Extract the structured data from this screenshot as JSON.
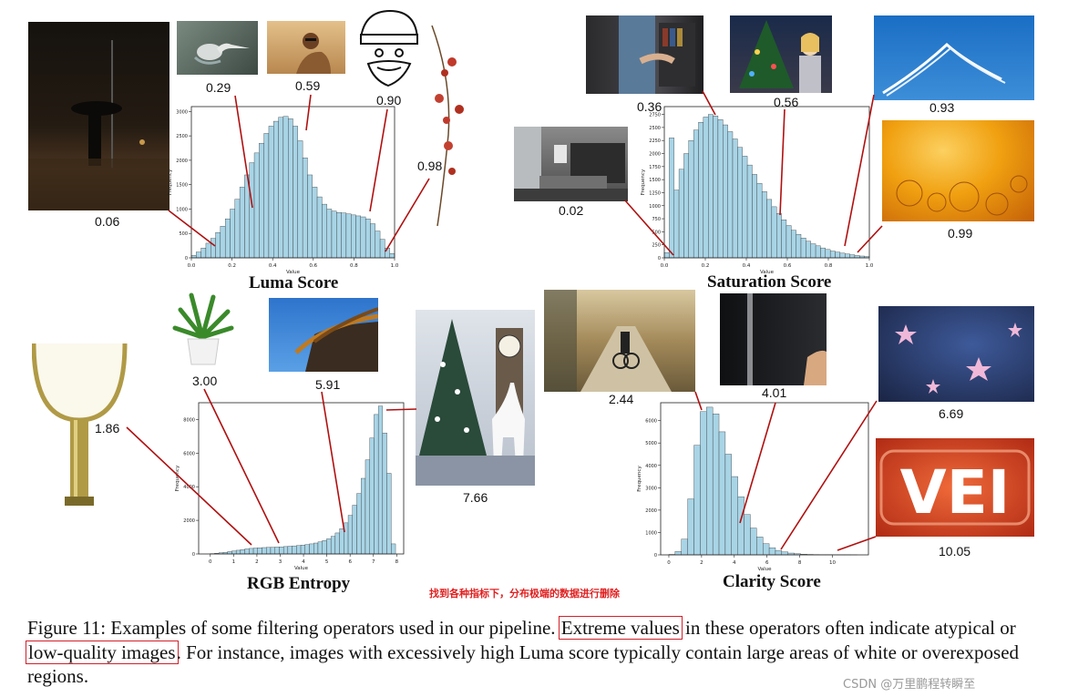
{
  "panels": [
    {
      "title": "Luma Score",
      "xlabel": "Value",
      "ylabel": "Frequency"
    },
    {
      "title": "Saturation Score",
      "xlabel": "Value",
      "ylabel": "Frequency"
    },
    {
      "title": "RGB Entropy",
      "xlabel": "Value",
      "ylabel": "Frequency"
    },
    {
      "title": "Clarity Score",
      "xlabel": "Value",
      "ylabel": "Frequency"
    }
  ],
  "chart_data": [
    {
      "type": "bar",
      "title": "Luma Score",
      "xlabel": "Value",
      "ylabel": "Frequency",
      "xlim": [
        0,
        1
      ],
      "ylim": [
        0,
        3100
      ],
      "x_ticks": [
        0.0,
        0.2,
        0.4,
        0.6,
        0.8,
        1.0
      ],
      "y_ticks": [
        0,
        500,
        1000,
        1500,
        2000,
        2500,
        3000
      ],
      "values": [
        50,
        120,
        200,
        300,
        400,
        520,
        650,
        800,
        1000,
        1200,
        1450,
        1700,
        1950,
        2150,
        2350,
        2550,
        2700,
        2800,
        2880,
        2900,
        2850,
        2700,
        2400,
        2050,
        1700,
        1450,
        1250,
        1100,
        1000,
        960,
        930,
        920,
        900,
        880,
        860,
        840,
        800,
        700,
        550,
        380,
        200,
        90
      ],
      "annotations": [
        "0.06",
        "0.29",
        "0.59",
        "0.90",
        "0.98"
      ]
    },
    {
      "type": "bar",
      "title": "Saturation Score",
      "xlabel": "Value",
      "ylabel": "Frequency",
      "xlim": [
        0,
        1
      ],
      "ylim": [
        0,
        2900
      ],
      "x_ticks": [
        0.0,
        0.2,
        0.4,
        0.6,
        0.8,
        1.0
      ],
      "y_ticks": [
        0,
        250,
        500,
        750,
        1000,
        1250,
        1500,
        1750,
        2000,
        2250,
        2500,
        2750
      ],
      "values": [
        100,
        2300,
        1300,
        1700,
        2000,
        2250,
        2450,
        2600,
        2700,
        2750,
        2720,
        2650,
        2550,
        2420,
        2280,
        2120,
        1950,
        1780,
        1600,
        1430,
        1270,
        1120,
        980,
        850,
        730,
        620,
        530,
        450,
        380,
        320,
        270,
        230,
        190,
        160,
        130,
        110,
        90,
        75,
        60,
        45,
        35,
        25
      ],
      "annotations": [
        "0.02",
        "0.36",
        "0.56",
        "0.93",
        "0.99"
      ]
    },
    {
      "type": "bar",
      "title": "RGB Entropy",
      "xlabel": "Value",
      "ylabel": "Frequency",
      "xlim": [
        -0.5,
        8.3
      ],
      "ylim": [
        0,
        9000
      ],
      "x_ticks": [
        0,
        1,
        2,
        3,
        4,
        5,
        6,
        7,
        8
      ],
      "y_ticks": [
        0,
        2000,
        4000,
        6000,
        8000
      ],
      "values": [
        20,
        40,
        70,
        100,
        140,
        180,
        220,
        260,
        300,
        330,
        350,
        370,
        380,
        390,
        400,
        410,
        420,
        440,
        460,
        480,
        500,
        530,
        560,
        600,
        650,
        720,
        800,
        900,
        1050,
        1250,
        1500,
        1850,
        2300,
        2900,
        3600,
        4500,
        5600,
        6900,
        8300,
        8800,
        7200,
        4800,
        600
      ],
      "annotations": [
        "1.86",
        "3.00",
        "5.91",
        "7.66"
      ]
    },
    {
      "type": "bar",
      "title": "Clarity Score",
      "xlabel": "Value",
      "ylabel": "Frequency",
      "xlim": [
        -0.5,
        12.2
      ],
      "ylim": [
        0,
        6800
      ],
      "x_ticks": [
        0,
        2,
        4,
        6,
        8,
        10
      ],
      "y_ticks": [
        0,
        1000,
        2000,
        3000,
        4000,
        5000,
        6000
      ],
      "values": [
        20,
        150,
        700,
        2500,
        4900,
        6400,
        6600,
        6300,
        5500,
        4500,
        3500,
        2600,
        1800,
        1200,
        800,
        500,
        320,
        200,
        130,
        80,
        50,
        30,
        20,
        15,
        10,
        8,
        6,
        5,
        4,
        3
      ],
      "annotations": [
        "2.44",
        "4.01",
        "6.69",
        "10.05"
      ]
    }
  ],
  "value_labels": [
    "0.06",
    "0.29",
    "0.59",
    "0.90",
    "0.98",
    "0.36",
    "0.56",
    "0.93",
    "0.02",
    "0.99",
    "3.00",
    "5.91",
    "1.86",
    "7.66",
    "2.44",
    "4.01",
    "6.69",
    "10.05"
  ],
  "tick_labels": {
    "luma_x": [
      "0.0",
      "0.2",
      "0.4",
      "0.6",
      "0.8",
      "1.0"
    ],
    "luma_y": [
      "0",
      "500",
      "1000",
      "1500",
      "2000",
      "2500",
      "3000"
    ],
    "sat_x": [
      "0.0",
      "0.2",
      "0.4",
      "0.6",
      "0.8",
      "1.0"
    ],
    "sat_y": [
      "0",
      "250",
      "500",
      "750",
      "1000",
      "1250",
      "1500",
      "1750",
      "2000",
      "2250",
      "2500",
      "2750"
    ],
    "rgb_x": [
      "0",
      "1",
      "2",
      "3",
      "4",
      "5",
      "6",
      "7",
      "8"
    ],
    "rgb_y": [
      "0",
      "2000",
      "4000",
      "6000",
      "8000"
    ],
    "clar_x": [
      "0",
      "2",
      "4",
      "6",
      "8",
      "10"
    ],
    "clar_y": [
      "0",
      "1000",
      "2000",
      "3000",
      "4000",
      "5000",
      "6000"
    ]
  },
  "thumbnails": [
    {
      "name": "night-street-photo",
      "color": "#2a2116"
    },
    {
      "name": "heron-photo",
      "color": "#5d6b60"
    },
    {
      "name": "woman-beach-photo",
      "color": "#c99a5a"
    },
    {
      "name": "cartoon-face-drawing",
      "color": "#ffffff"
    },
    {
      "name": "flower-branch-drawing",
      "color": "#ffffff"
    },
    {
      "name": "bookshelf-photo",
      "color": "#3a3a3c"
    },
    {
      "name": "christmas-tree-girl-photo",
      "color": "#2a3a5a"
    },
    {
      "name": "contrail-sky-photo",
      "color": "#1f76c6"
    },
    {
      "name": "grey-living-room-photo",
      "color": "#6b6b6b"
    },
    {
      "name": "orange-bubbles-photo",
      "color": "#f09a10"
    },
    {
      "name": "potted-plant-photo",
      "color": "#ffffff"
    },
    {
      "name": "pagoda-roof-photo",
      "color": "#3d82d2"
    },
    {
      "name": "magnifier-drawing",
      "color": "#ffffff"
    },
    {
      "name": "christmas-tree-deer-photo",
      "color": "#cfd4da"
    },
    {
      "name": "cyclist-path-photo",
      "color": "#9a8050"
    },
    {
      "name": "dark-screen-photo",
      "color": "#1a1c1e"
    },
    {
      "name": "star-bokeh-photo",
      "color": "#2c4070"
    },
    {
      "name": "vei-logo-photo",
      "color": "#d04020"
    }
  ],
  "annotation_text": "找到各种指标下，分布极端的数据进行删除",
  "caption": {
    "part1": "Figure 11: Examples of some filtering operators used in our pipeline. ",
    "box1": "Extreme values",
    "part2": " in these operators often indicate atypical or ",
    "box2": "low-quality images",
    "part3": ". For instance, images with excessively high Luma score typically contain large areas of white or overexposed regions."
  },
  "watermark": "CSDN @万里鹏程转瞬至",
  "colors": {
    "bar_fill": "#a8d4e6",
    "bar_edge": "#2a2a2a",
    "line": "#b01010",
    "highlight": "#d0202a"
  }
}
